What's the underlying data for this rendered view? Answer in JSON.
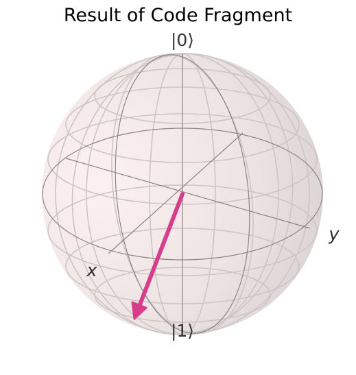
{
  "title": "Result of Code Fragment",
  "labels": {
    "ket0": "|0⟩",
    "ket1": "|1⟩",
    "x": "x",
    "y": "y"
  },
  "colors": {
    "sphere_fill_light": "#fbe9e9",
    "sphere_fill_dark": "#d6d0d0",
    "wireframe": "#c9c3c3",
    "axes": "#8a8484",
    "vector": "#d63d8a",
    "label_text": "#333333"
  },
  "bloch_vector": {
    "description_free": true,
    "theta_deg": 155,
    "phi_deg": 15
  }
}
